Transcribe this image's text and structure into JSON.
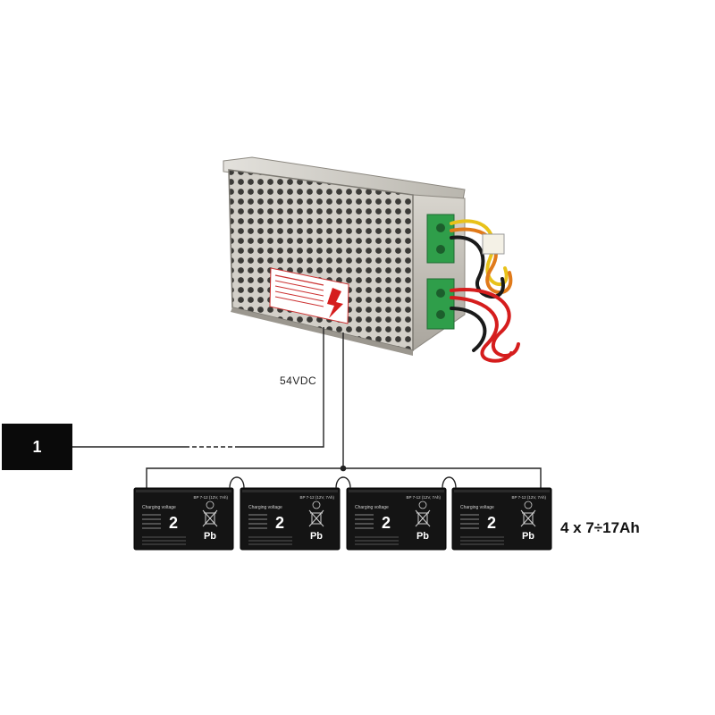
{
  "diagram": {
    "colors": {
      "background": "#ffffff",
      "line": "#222222",
      "battery_body": "#141414",
      "psu_metal": "#c9c6bf",
      "terminal_green": "#2f9e4a",
      "wire_red": "#d51d1d",
      "wire_black": "#1a1a1a",
      "wire_yellow": "#e8c21a",
      "wire_orange": "#e07a1a",
      "label_box": "#0a0a0a"
    },
    "power_supply": {
      "name": "power-supply-unit",
      "icon": "psu-enclosure-perforated"
    },
    "voltage_label": "54VDC",
    "device_label": "1",
    "batteries": [
      {
        "model": "BP 7-12 (12V, 7Ah)",
        "number": "2",
        "chemistry": "Pb",
        "charging_title": "Charging voltage"
      },
      {
        "model": "BP 7-12 (12V, 7Ah)",
        "number": "2",
        "chemistry": "Pb",
        "charging_title": "Charging voltage"
      },
      {
        "model": "BP 7-12 (12V, 7Ah)",
        "number": "2",
        "chemistry": "Pb",
        "charging_title": "Charging voltage"
      },
      {
        "model": "BP 7-12 (12V, 7Ah)",
        "number": "2",
        "chemistry": "Pb",
        "charging_title": "Charging voltage"
      }
    ],
    "battery_capacity_label": "4 x 7÷17Ah"
  }
}
